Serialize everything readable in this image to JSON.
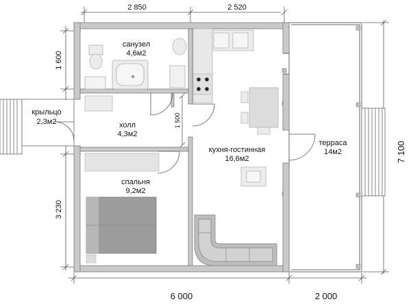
{
  "rooms": {
    "bathroom": {
      "name": "санузел",
      "area": "4,6м2"
    },
    "hall": {
      "name": "холл",
      "area": "4,3м2"
    },
    "bedroom": {
      "name": "спальня",
      "area": "9,2м2"
    },
    "kitchen_living": {
      "name": "кухня-гостинная",
      "area": "16,6м2"
    },
    "porch": {
      "name": "крыльцо",
      "area": "2,3м2"
    },
    "terrace": {
      "name": "терраса",
      "area": "14м2"
    }
  },
  "dimensions": {
    "top_left": "2 850",
    "top_right": "2 520",
    "left_upper": "1 600",
    "left_lower": "3 230",
    "hall_partition": "1 500",
    "right_total": "7 100",
    "bottom_house": "6 000",
    "bottom_terrace": "2 000"
  },
  "colors": {
    "wall": "#c9c9c9",
    "wall_edge": "#7a7a7a",
    "furniture": "#e6e6e6",
    "furniture_edge": "#b5b5b5",
    "sofa": "#bdbdbd",
    "bed": "#9a9a9a",
    "dim_line": "#555555"
  }
}
